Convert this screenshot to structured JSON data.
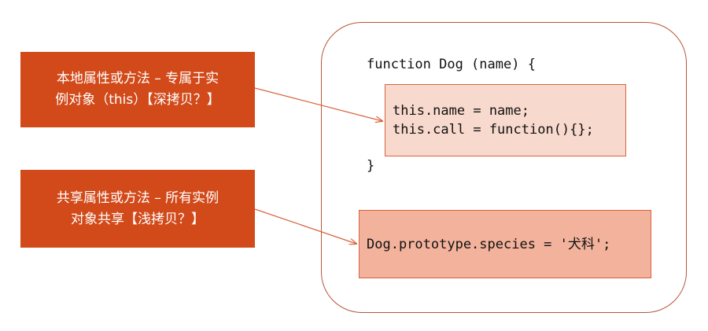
{
  "labels": {
    "local": {
      "line1": "本地属性或方法 – 专属于实",
      "line2": "例对象（this）【深拷贝？】"
    },
    "shared": {
      "line1": "共享属性或方法 – 所有实例",
      "line2": "对象共享【浅拷贝？】"
    }
  },
  "code": {
    "func_header": "function Dog (name) {",
    "func_close": "}",
    "local_lines": [
      "this.name = name;",
      "this.call = function(){};"
    ],
    "prototype_line": "Dog.prototype.species = '犬科';"
  },
  "colors": {
    "label_fill": "#d24a1a",
    "container_border": "#b8553a",
    "local_box_fill": "#f8d9cd",
    "prototype_box_fill": "#f3b29c",
    "arrow": "#d8643d"
  }
}
